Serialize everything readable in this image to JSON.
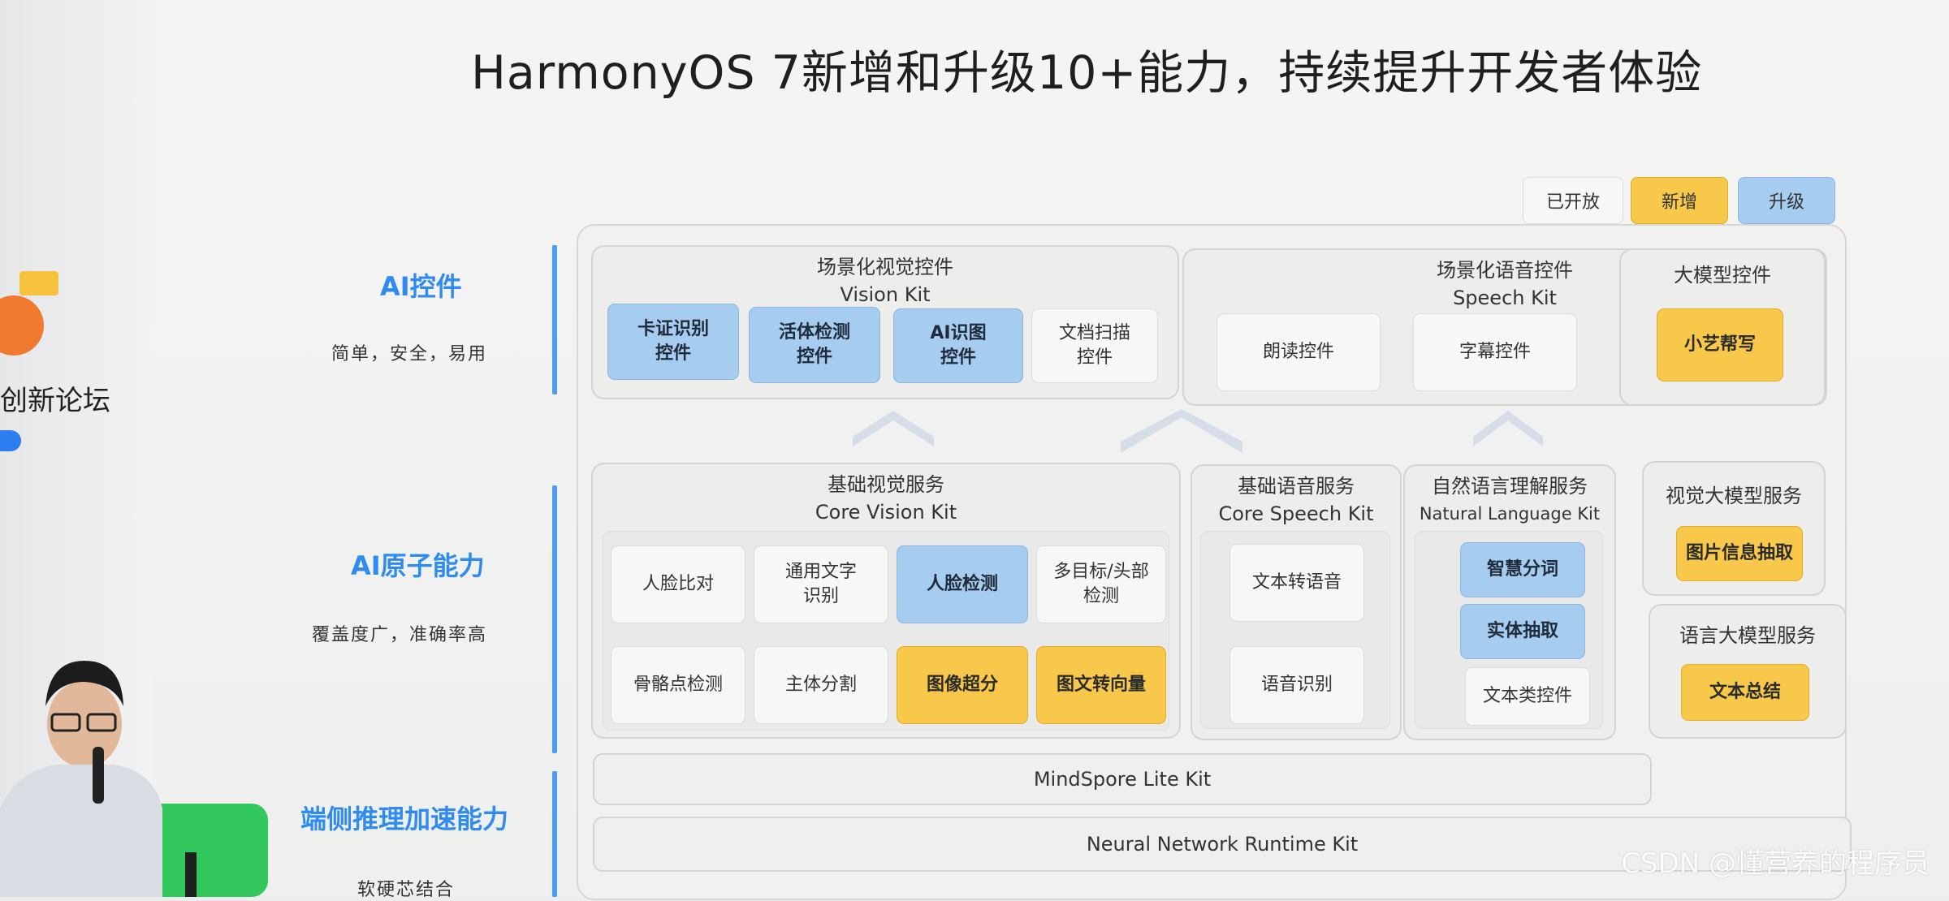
{
  "slide": {
    "title": "HarmonyOS 7新增和升级10+能力，持续提升开发者体验",
    "legend": {
      "open": "已开放",
      "new": "新增",
      "upgrade": "升级"
    }
  },
  "left_labels": [
    {
      "title": "AI控件",
      "subtitle": "简单，安全，易用"
    },
    {
      "title": "AI原子能力",
      "subtitle": "覆盖度广，准确率高"
    },
    {
      "title": "端侧推理加速能力",
      "subtitle": "软硬芯结合"
    }
  ],
  "controls": {
    "vision": {
      "title": "场景化视觉控件",
      "subtitle": "Vision Kit",
      "items": [
        "卡证识别\n控件",
        "活体检测\n控件",
        "AI识图\n控件",
        "文档扫描\n控件"
      ]
    },
    "speech": {
      "title": "场景化语音控件",
      "subtitle": "Speech Kit",
      "items": [
        "朗读控件",
        "字幕控件"
      ]
    },
    "llm": {
      "title": "大模型控件",
      "items": [
        "小艺帮写"
      ]
    }
  },
  "atomic": {
    "core_vision": {
      "title": "基础视觉服务",
      "subtitle": "Core Vision Kit",
      "items": [
        "人脸比对",
        "通用文字\n识别",
        "人脸检测",
        "多目标/头部\n检测",
        "骨骼点检测",
        "主体分割",
        "图像超分",
        "图文转向量"
      ]
    },
    "core_speech": {
      "title": "基础语音服务",
      "subtitle": "Core Speech Kit",
      "items": [
        "文本转语音",
        "语音识别"
      ]
    },
    "nl": {
      "title": "自然语言理解服务",
      "subtitle": "Natural Language Kit",
      "items": [
        "智慧分词",
        "实体抽取",
        "文本类控件"
      ]
    },
    "vision_llm": {
      "title": "视觉大模型服务",
      "items": [
        "图片信息抽取"
      ]
    },
    "lang_llm": {
      "title": "语言大模型服务",
      "items": [
        "文本总结"
      ]
    }
  },
  "inference": {
    "mindspore": "MindSpore Lite Kit",
    "nnrt": "Neural Network Runtime Kit"
  },
  "left_edge": {
    "forum_text": "创新论坛"
  },
  "watermark": "CSDN @懂营养的程序员",
  "colors": {
    "new": "#f7c84a",
    "upgrade": "#a6cdf0",
    "accent": "#2f8bef"
  }
}
